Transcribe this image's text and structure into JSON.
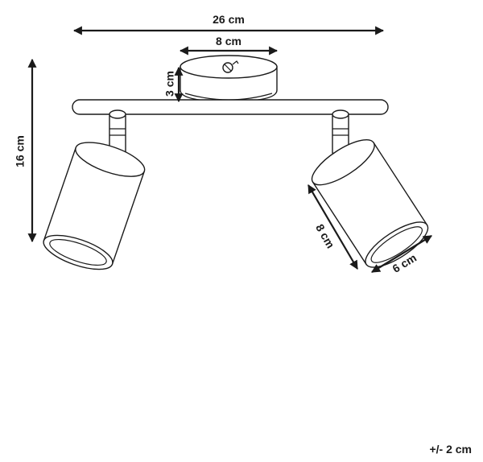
{
  "dimensions": {
    "total_width": "26 cm",
    "base_width": "8 cm",
    "base_height": "3 cm",
    "total_height": "16 cm",
    "shade_length": "8 cm",
    "shade_diameter": "6 cm"
  },
  "tolerance": "+/- 2 cm",
  "colors": {
    "line": "#1a1a1a",
    "background": "#ffffff"
  }
}
